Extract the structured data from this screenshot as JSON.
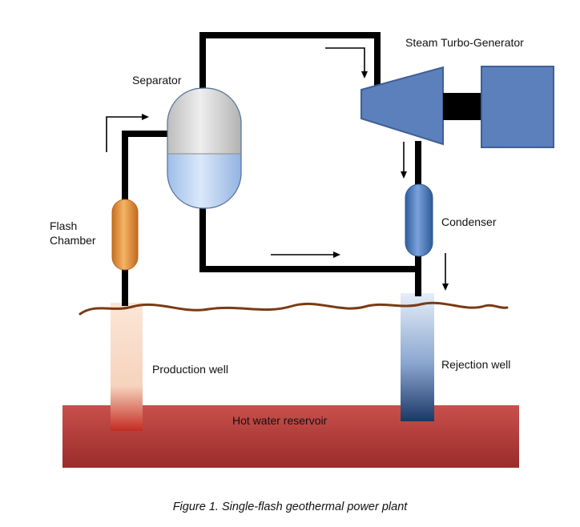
{
  "labels": {
    "steam_turbo_generator": "Steam Turbo-Generator",
    "separator": "Separator",
    "flash_chamber_line1": "Flash",
    "flash_chamber_line2": "Chamber",
    "condenser": "Condenser",
    "production_well": "Production well",
    "rejection_well": "Rejection well",
    "hot_water_reservoir": "Hot water reservoir"
  },
  "caption": "Figure 1. Single-flash geothermal power plant",
  "colors": {
    "pipe": "#000000",
    "reservoir": "#b23a38",
    "turbine": "#5b80bb",
    "flash_chamber": "#e8963c",
    "condenser": "#4a78b8",
    "ground_line": "#7a3a14",
    "separator_liquid": "#b8d0f2"
  }
}
